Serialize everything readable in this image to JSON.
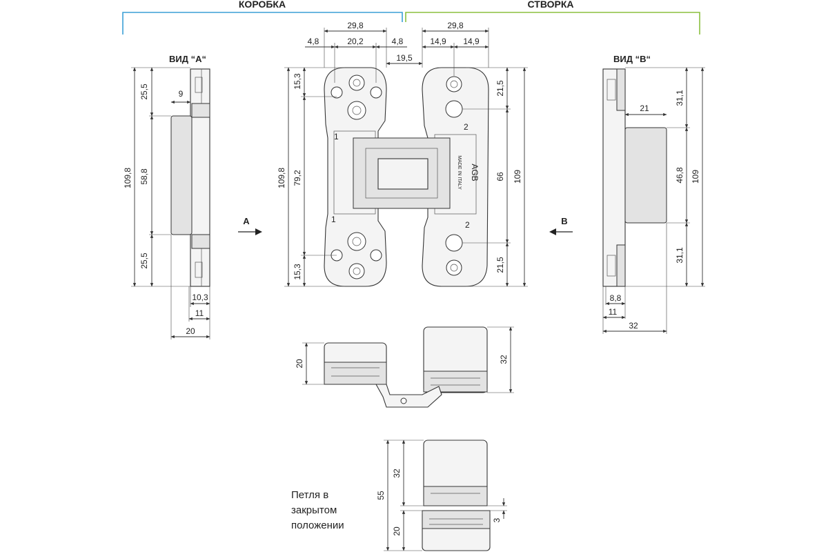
{
  "headers": {
    "left": "КОРОБКА",
    "right": "СТВОРКА"
  },
  "colors": {
    "left_bracket": "#3a9fd6",
    "right_bracket": "#8bbf3f"
  },
  "views": {
    "view_a": "ВИД “А“",
    "view_b": "ВИД “В“"
  },
  "arrows": {
    "a": "A",
    "b": "B"
  },
  "dims": {
    "front_29_8_left": "29,8",
    "front_4_8_left": "4,8",
    "front_20_2": "20,2",
    "front_4_8_right": "4,8",
    "front_19_5": "19,5",
    "front_29_8_right": "29,8",
    "front_14_9_a": "14,9",
    "front_14_9_b": "14,9",
    "front_15_3_top": "15,3",
    "front_109_8": "109,8",
    "front_79_2": "79,2",
    "front_15_3_bottom": "15,3",
    "front_21_5_top": "21,5",
    "front_66": "66",
    "front_109": "109",
    "front_21_5_bottom": "21,5",
    "a_25_5_top": "25,5",
    "a_9": "9",
    "a_109_8": "109,8",
    "a_58_8": "58,8",
    "a_25_5_bottom": "25,5",
    "a_10_3": "10,3",
    "a_11": "11",
    "a_20": "20",
    "b_31_1_top": "31,1",
    "b_21": "21",
    "b_46_8": "46,8",
    "b_109": "109",
    "b_31_1_bottom": "31,1",
    "b_8_8": "8,8",
    "b_11": "11",
    "b_32": "32",
    "side_20": "20",
    "side_32": "32",
    "closed_32": "32",
    "closed_55": "55",
    "closed_20": "20",
    "closed_3": "3"
  },
  "part_marks": {
    "num1_top": "1",
    "num1_bottom": "1",
    "num2_top": "2",
    "num2_bottom": "2",
    "logo": "AGB",
    "made": "MADE IN ITALY"
  },
  "caption": {
    "line1": "Петля в",
    "line2": "закрытом",
    "line3": "положении"
  }
}
